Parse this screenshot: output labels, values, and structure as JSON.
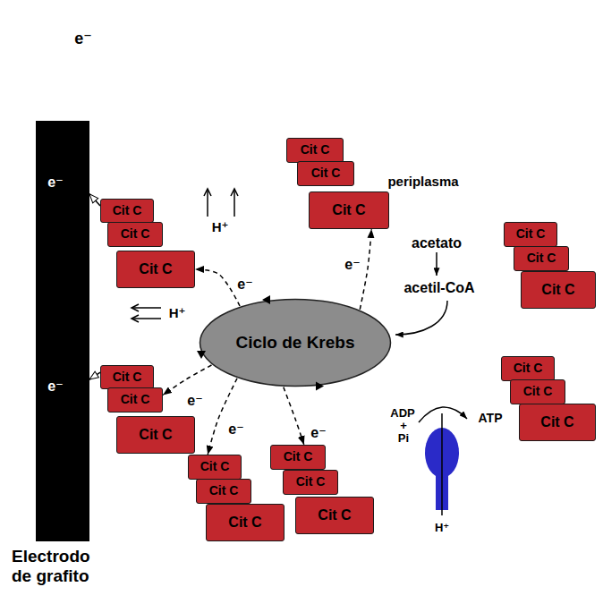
{
  "diagram": {
    "nodes": [
      {
        "text": [
          "Electrodo de grafito"
        ]
      },
      {
        "text": [
          "periplasma"
        ]
      },
      {
        "text": [
          "Cit C"
        ]
      },
      {
        "text": [
          "Cit C"
        ]
      },
      {
        "text": [
          "Cit C"
        ]
      },
      {
        "text": [
          "Cit C"
        ]
      },
      {
        "text": [
          "Cit C"
        ]
      },
      {
        "text": [
          "Cit C"
        ]
      },
      {
        "text": [
          "Cit C"
        ]
      },
      {
        "text": [
          "Cit C"
        ]
      },
      {
        "text": [
          "Cit C"
        ]
      },
      {
        "text": [
          "Ciclo de Krebs"
        ],
        "in": 1
      },
      {
        "text": [
          "Cit C"
        ]
      },
      {
        "text": [
          "Cit C"
        ]
      },
      {
        "text": [
          "Cit C"
        ]
      },
      {
        "text": [
          "Cit C"
        ]
      },
      {
        "text": [
          "Cit C"
        ]
      },
      {
        "text": [
          "Cit C"
        ]
      },
      {
        "text": [
          "Cit C"
        ]
      },
      {
        "text": [
          "Cit C"
        ]
      },
      {
        "text": [
          "Cit C"
        ]
      },
      {
        "text": [
          "Cit C"
        ]
      },
      {
        "text": [
          "Cit C"
        ]
      },
      {
        "text": [
          "Cit C"
        ]
      }
    ],
    "edges": [
      {
        "from": 11,
        "to": 4,
        "arrow": "to",
        "label": "e⁻"
      },
      {
        "from": 11,
        "to": 7,
        "arrow": "to",
        "label": "e⁻"
      },
      {
        "from": 11,
        "to": 13,
        "arrow": "to",
        "label": "e⁻"
      },
      {
        "from": 11,
        "to": 18,
        "arrow": "to",
        "label": "e⁻"
      },
      {
        "from": 11,
        "to": 21,
        "arrow": "to",
        "label": "e⁻"
      },
      {
        "from": 5,
        "to": 0,
        "arrow": "to",
        "label": "e⁻"
      },
      {
        "from": 12,
        "to": 0,
        "arrow": "to",
        "label": "e⁻"
      }
    ],
    "labels": [
      "e⁻",
      "H⁺",
      "acetato",
      "acetil-CoA",
      "H⁺",
      "ADP",
      "+",
      "Pi",
      "ATP",
      "H⁺"
    ]
  }
}
